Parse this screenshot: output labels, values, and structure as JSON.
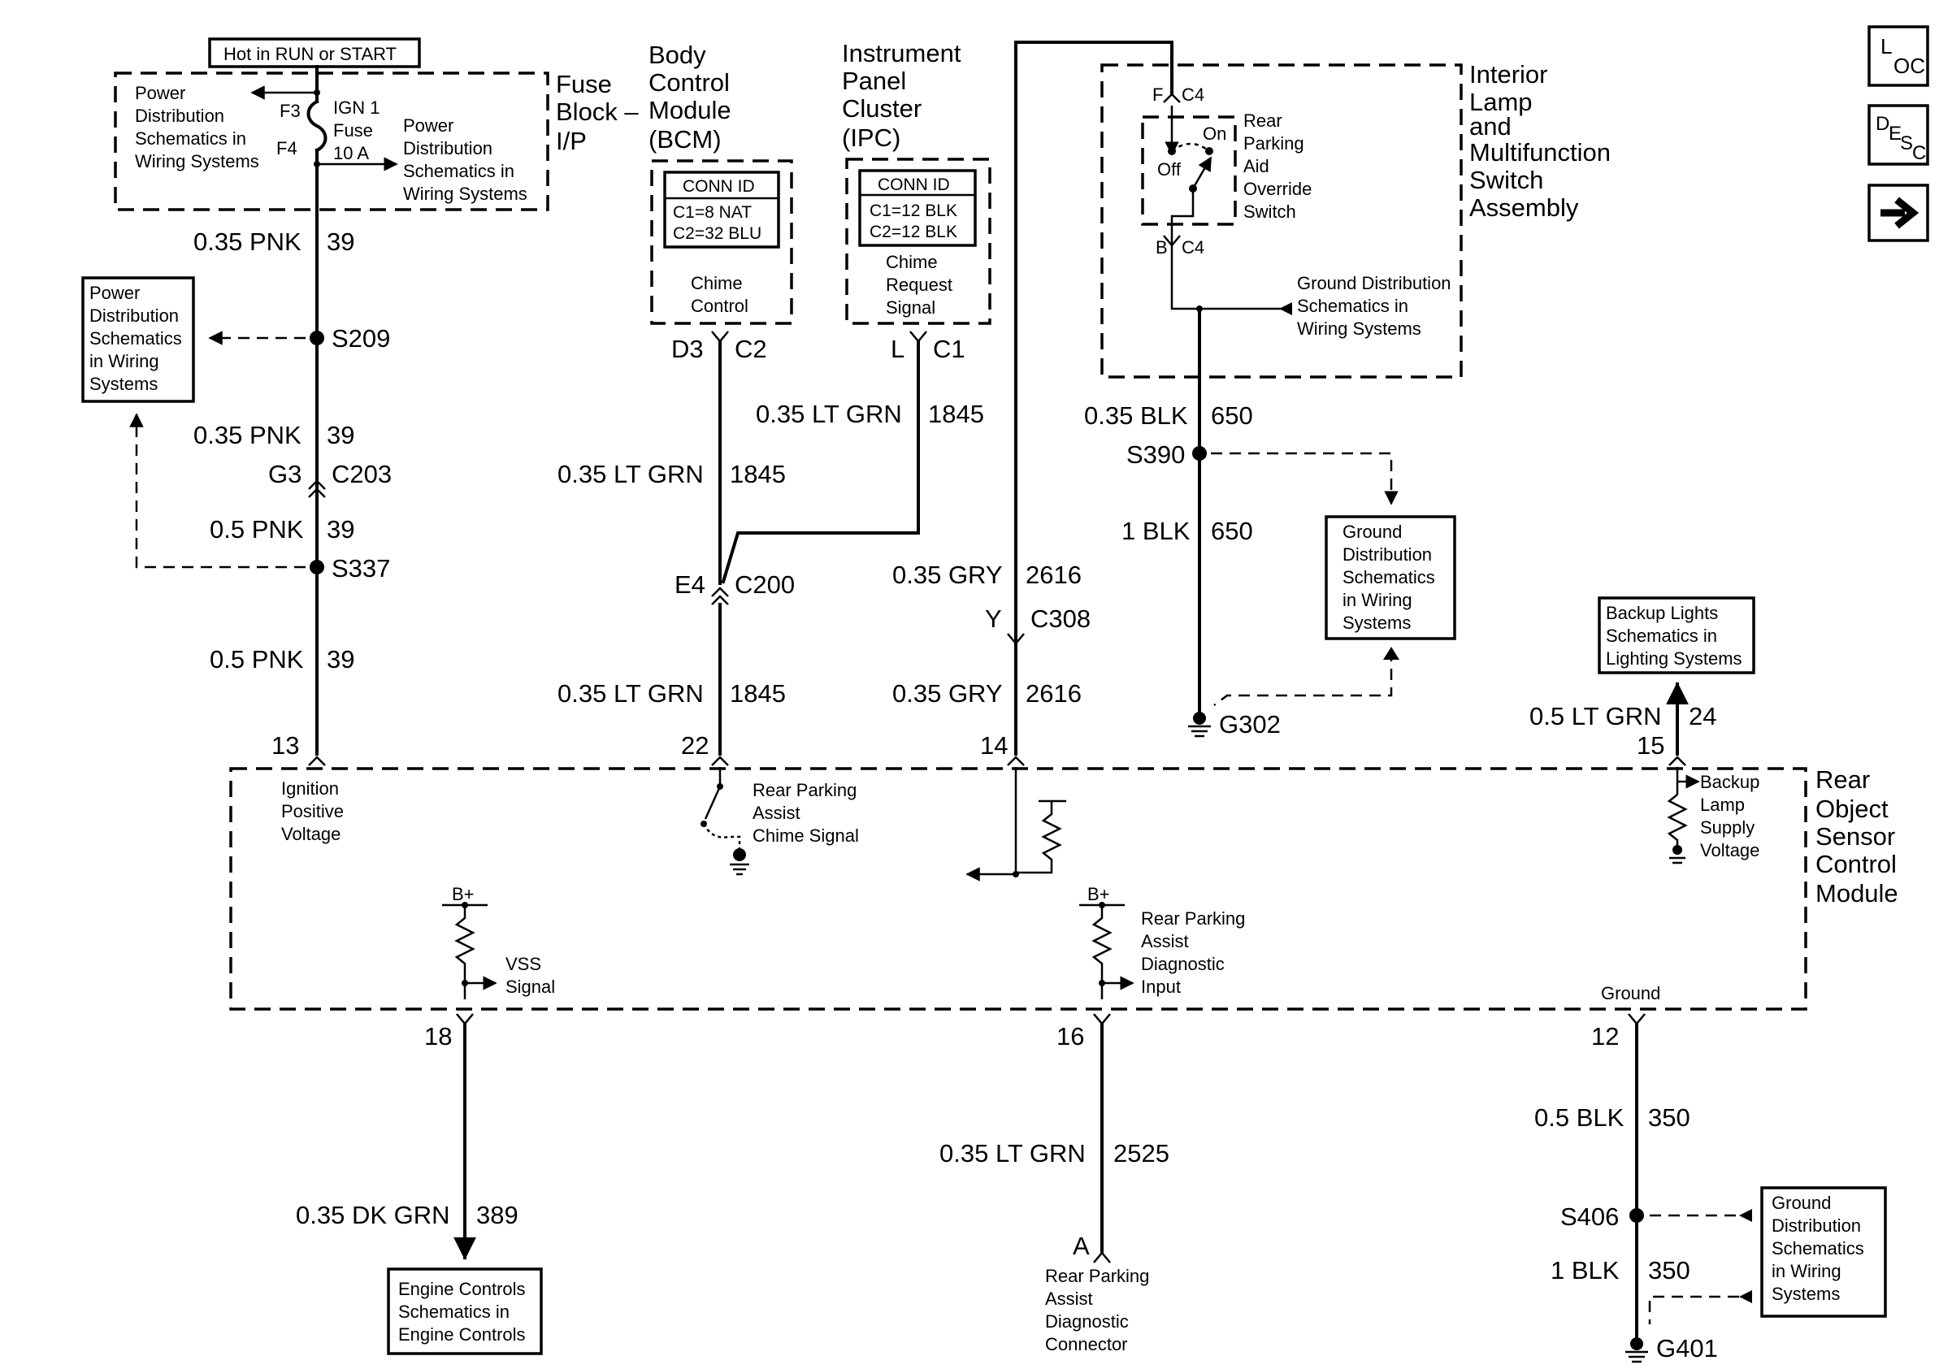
{
  "nav": {
    "loc": {
      "big": "L",
      "sub": "OC"
    },
    "desc": {
      "big": "D",
      "mid": "E",
      "sub1": "S",
      "sub2": "C"
    },
    "next_icon": "arrow-right-icon"
  },
  "top_left": {
    "hot_label": "Hot in RUN or START",
    "fuse_block_title": [
      "Fuse",
      "Block –",
      "I/P"
    ],
    "power_dist_left": [
      "Power",
      "Distribution",
      "Schematics in",
      "Wiring Systems"
    ],
    "power_dist_right": [
      "Power",
      "Distribution",
      "Schematics in",
      "Wiring Systems"
    ],
    "f3": "F3",
    "f4": "F4",
    "fuse_text": [
      "IGN 1",
      "Fuse",
      "10 A"
    ]
  },
  "power_dist_box": [
    "Power",
    "Distribution",
    "Schematics",
    "in Wiring",
    "Systems"
  ],
  "pnk_wires": [
    {
      "gauge": "0.35 PNK",
      "circuit": "39"
    },
    {
      "gauge": "0.35 PNK",
      "circuit": "39"
    },
    {
      "gauge": "0.5 PNK",
      "circuit": "39"
    },
    {
      "gauge": "0.5 PNK",
      "circuit": "39"
    }
  ],
  "splices": {
    "s209": "S209",
    "s337": "S337",
    "s390": "S390",
    "s406": "S406"
  },
  "c203": {
    "pin": "G3",
    "name": "C203"
  },
  "bcm": {
    "title": [
      "Body",
      "Control",
      "Module",
      "(BCM)"
    ],
    "conn_id_title": "CONN ID",
    "conn_lines": [
      "C1=8 NAT",
      "C2=32 BLU"
    ],
    "function": [
      "Chime",
      "Control"
    ],
    "pin": "D3",
    "connector": "C2"
  },
  "ipc": {
    "title": [
      "Instrument",
      "Panel",
      "Cluster",
      "(IPC)"
    ],
    "conn_id_title": "CONN ID",
    "conn_lines": [
      "C1=12 BLK",
      "C2=12 BLK"
    ],
    "function": [
      "Chime",
      "Request",
      "Signal"
    ],
    "pin": "L",
    "connector": "C1"
  },
  "lt_grn_1845": [
    {
      "gauge": "0.35 LT GRN",
      "circuit": "1845"
    },
    {
      "gauge": "0.35 LT GRN",
      "circuit": "1845"
    },
    {
      "gauge": "0.35 LT GRN",
      "circuit": "1845"
    }
  ],
  "c200": {
    "pin": "E4",
    "name": "C200"
  },
  "gry_wires": [
    {
      "gauge": "0.35 GRY",
      "circuit": "2616"
    },
    {
      "gauge": "0.35 GRY",
      "circuit": "2616"
    }
  ],
  "c308": {
    "pin": "Y",
    "name": "C308"
  },
  "interior_switch": {
    "title": [
      "Interior",
      "Lamp",
      "and",
      "Multifunction",
      "Switch",
      "Assembly"
    ],
    "pin_f": "F",
    "pin_f_conn": "C4",
    "pin_b": "B",
    "pin_b_conn": "C4",
    "on": "On",
    "off": "Off",
    "switch_label": [
      "Rear",
      "Parking",
      "Aid",
      "Override",
      "Switch"
    ],
    "ground_dist": [
      "Ground Distribution",
      "Schematics in",
      "Wiring Systems"
    ]
  },
  "blk_650": [
    {
      "gauge": "0.35 BLK",
      "circuit": "650"
    },
    {
      "gauge": "1 BLK",
      "circuit": "650"
    }
  ],
  "ground_box_g302": [
    "Ground",
    "Distribution",
    "Schematics",
    "in Wiring",
    "Systems"
  ],
  "g302": "G302",
  "backup_lights_box": [
    "Backup Lights",
    "Schematics in",
    "Lighting Systems"
  ],
  "lt_grn_24": {
    "gauge": "0.5 LT GRN",
    "circuit": "24"
  },
  "module": {
    "title": [
      "Rear",
      "Object",
      "Sensor",
      "Control",
      "Module"
    ],
    "pins_top": {
      "p13": "13",
      "p22": "22",
      "p14": "14",
      "p15": "15"
    },
    "pins_bottom": {
      "p18": "18",
      "p16": "16",
      "p12": "12"
    },
    "ignition": [
      "Ignition",
      "Positive",
      "Voltage"
    ],
    "chime": [
      "Rear Parking",
      "Assist",
      "Chime Signal"
    ],
    "backup": [
      "Backup",
      "Lamp",
      "Supply",
      "Voltage"
    ],
    "bplus_left": "B+",
    "bplus_mid": "B+",
    "vss": [
      "VSS",
      "Signal"
    ],
    "diag": [
      "Rear Parking",
      "Assist",
      "Diagnostic",
      "Input"
    ],
    "ground": "Ground"
  },
  "dk_grn_389": {
    "gauge": "0.35 DK GRN",
    "circuit": "389"
  },
  "engine_box": [
    "Engine Controls",
    "Schematics in",
    "Engine Controls"
  ],
  "lt_grn_2525": {
    "gauge": "0.35 LT GRN",
    "circuit": "2525"
  },
  "diag_connector": {
    "pin": "A",
    "label": [
      "Rear Parking",
      "Assist",
      "Diagnostic",
      "Connector"
    ]
  },
  "blk_350": [
    {
      "gauge": "0.5 BLK",
      "circuit": "350"
    },
    {
      "gauge": "1 BLK",
      "circuit": "350"
    }
  ],
  "ground_box_g401": [
    "Ground",
    "Distribution",
    "Schematics",
    "in Wiring",
    "Systems"
  ],
  "g401": "G401"
}
